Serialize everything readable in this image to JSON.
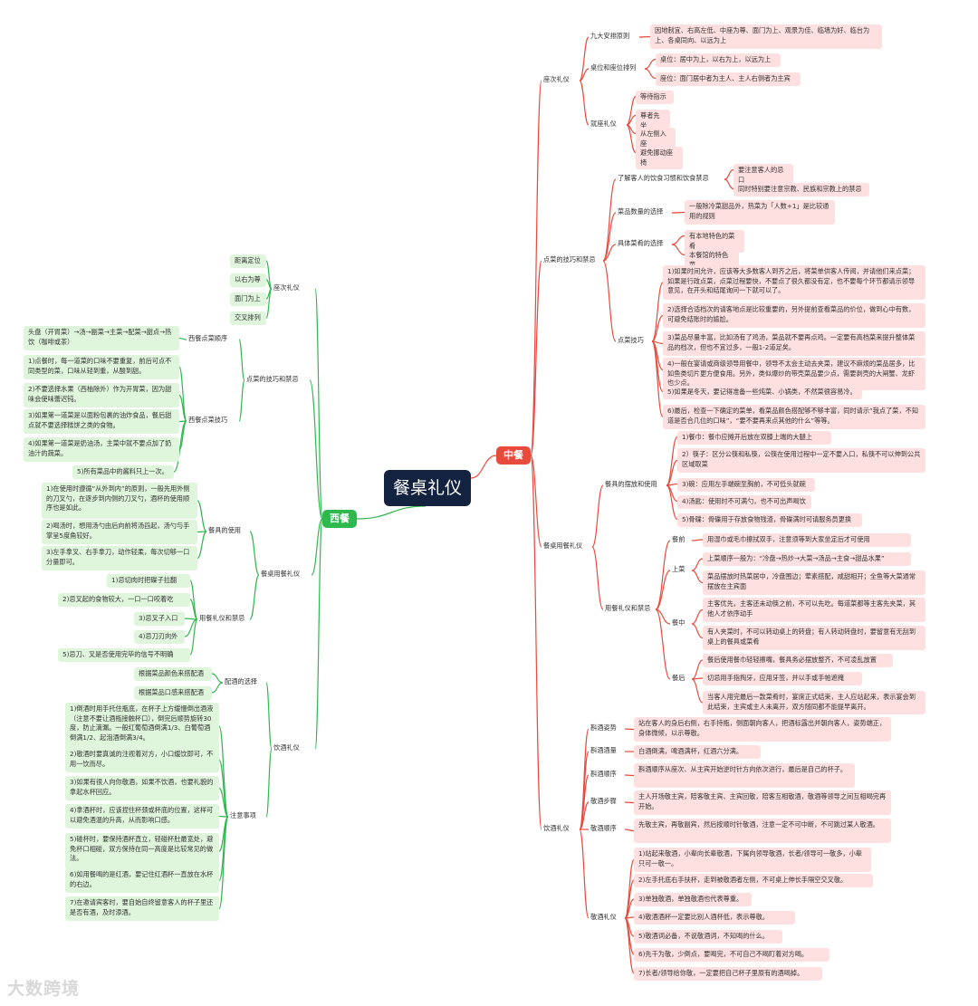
{
  "title": "餐桌礼仪",
  "watermark": "大数跨境",
  "colors": {
    "right": "#e84b3c",
    "left": "#2fb84d",
    "right_node": "#fde0df",
    "left_node": "#dff5dc",
    "root": "#13233f"
  },
  "right": {
    "label": "中餐",
    "branches": [
      {
        "label": "座次礼仪",
        "children": [
          {
            "label": "九大安排原则",
            "children": [
              {
                "label": "因地制宜、右高左低、中座为尊、面门为上、观景为佳、临墙为好、临台为上、各桌同向、以远为上"
              }
            ]
          },
          {
            "label": "桌位和座位排列",
            "children": [
              {
                "label": "桌位：居中为上，以右为上，以远为上"
              },
              {
                "label": "座位：面门居中者为主人、主人右侧者为主宾"
              }
            ]
          },
          {
            "label": "就座礼仪",
            "children": [
              {
                "label": "等待指示"
              },
              {
                "label": "尊者先坐"
              },
              {
                "label": "从左侧入座"
              },
              {
                "label": "避免挪动座椅"
              }
            ]
          }
        ]
      },
      {
        "label": "点菜的技巧和禁忌",
        "children": [
          {
            "label": "了解客人的饮食习惯和饮食禁忌",
            "children": [
              {
                "label": "要注意客人的忌口"
              },
              {
                "label": "同时特别要注意宗教、民族和宗教上的禁忌"
              }
            ]
          },
          {
            "label": "菜品数量的选择",
            "children": [
              {
                "label": "一般除冷菜甜品外，热菜为「人数+1」是比较通用的规则"
              }
            ]
          },
          {
            "label": "具体菜肴的选择",
            "children": [
              {
                "label": "有本地特色的菜肴"
              },
              {
                "label": "本餐馆的特色菜"
              }
            ]
          },
          {
            "label": "点菜技巧",
            "children": [
              {
                "label": "1)如果时间允许，应该等大多数客人到齐之后，将菜单供客人传阅，并请他们来点菜；如果是行政点菜，点菜过程要快，不要点了很久都没有定，也不要每个环节都请示领导意见，在开头和结尾询问一下就可以了。"
              },
              {
                "label": "2)选择合适档次的请客地点是比较重要的，另外提前查看菜品的价位，做到心中有数，可避免结账时的尴尬。"
              },
              {
                "label": "3)菜品尽量丰富，比如汤有了鸡汤，菜品就不要再点鸡。一定要有高档菜来提升整体菜品的档次，但也不宜过多，一般1-2道足矣。"
              },
              {
                "label": "4)一般在宴请或商级领导用餐中，领导不太会主动去夹菜，建议不麻烦的菜品居多，比如鱼类切片更方便食用。另外，类似爆炒的带壳菜品要少点，需要剥壳的大闸蟹、龙虾也少点。"
              },
              {
                "label": "5)如果是冬天，要记得准备一些炖菜、小锅类，不然菜很容易冷。"
              },
              {
                "label": "6)最后，检查一下确定的菜单，看菜品颜色搭配够不够丰富，同时请示“我点了菜，不知道是否合几位的口味”，“要不要再来点其他的什么”等等。"
              }
            ]
          }
        ]
      },
      {
        "label": "餐桌用餐礼仪",
        "children": [
          {
            "label": "餐具的摆放和使用",
            "children": [
              {
                "label": "1)餐巾：餐巾应摊开后放在双膝上端的大腿上"
              },
              {
                "label": "2）筷子：区分公筷和私筷，公筷在使用过程中一定不要入口，私筷不可以伸到公共区域取菜"
              },
              {
                "label": "3)碗：应用左手端碗至胸前，不可低头就碗"
              },
              {
                "label": "4)汤匙：使用时不可满勺，也不可出声喝饮"
              },
              {
                "label": "5)骨碟：骨碟用于存放食物残渣，骨碟满时可请服务员更换"
              }
            ]
          },
          {
            "label": "用餐礼仪和禁忌",
            "children": [
              {
                "label": "餐前",
                "children": [
                  {
                    "label": "用湿巾或毛巾擦拭双手，注意须等到大家坐定后才可使用"
                  }
                ]
              },
              {
                "label": "上菜",
                "children": [
                  {
                    "label": "上菜顺序一般为：“冷盘→热炒→大菜→汤品→主食→甜品水果”"
                  },
                  {
                    "label": "菜品摆放时热菜居中，冷盘围边；荤素搭配，咸甜相开；全鱼等大菜通常摆放在主宾面"
                  }
                ]
              },
              {
                "label": "餐中",
                "children": [
                  {
                    "label": "主客优先，主客还未动筷之前，不可以先吃。每道菜都等主客先夹菜，其他人才依序动手"
                  },
                  {
                    "label": "有人夹菜时，不可以转动桌上的转盘；有人转动转盘时，要留意有无刮到桌上的餐具或菜肴"
                  }
                ]
              },
              {
                "label": "餐后",
                "children": [
                  {
                    "label": "餐后使用餐巾轻轻擦嘴，餐具务必摆放整齐，不可凌乱放置"
                  },
                  {
                    "label": "切忌用手指掏牙，应用牙签，并以手或手帕遮掩"
                  },
                  {
                    "label": "当客人用完最后一款菜肴时，宴席正式结束，主人应站起来，表示宴会到此结束，主宾或主人未离开，双方随同都不能提早离开。"
                  }
                ]
              }
            ]
          }
        ]
      },
      {
        "label": "饮酒礼仪",
        "children": [
          {
            "label": "斟酒姿势",
            "children": [
              {
                "label": "站在客人的身后右侧，右手持瓶，侧面朝向客人，把酒标露出并朝向客人，姿势端正，身体微倾，以示尊敬。"
              }
            ]
          },
          {
            "label": "斟酒酒量",
            "children": [
              {
                "label": "白酒倒满，啤酒满杯，红酒六分满。"
              }
            ]
          },
          {
            "label": "斟酒顺序",
            "children": [
              {
                "label": "斟酒顺序从座次、从主宾开始逆时针方向依次进行，最后是自己的杯子。"
              }
            ]
          },
          {
            "label": "敬酒步骤",
            "children": [
              {
                "label": "主人开场敬主宾，陪客敬主宾、主宾回敬，陪客互相敬酒，敬酒等领导之间互相喝完再开始。"
              }
            ]
          },
          {
            "label": "敬酒顺序",
            "children": [
              {
                "label": "先敬主宾，再敬副宾，然后按顺时针敬酒，注意一定不可中断，不可跳过某人敬酒。"
              }
            ]
          },
          {
            "label": "敬酒礼仪",
            "children": [
              {
                "label": "1)站起来敬酒，小辈向长辈敬酒，下属向领导敬酒，长者/领导可一敬多，小辈只可一敬一。"
              },
              {
                "label": "2)左手托底右手扶杯，走到被敬酒者左侧，不可桌上伸长手隔空交叉敬。"
              },
              {
                "label": "3)单独敬酒，单独敬酒也代表尊重。"
              },
              {
                "label": "4)敬酒酒杯一定要比别人酒杯低，表示尊敬。"
              },
              {
                "label": "5)敬酒词必备，不说敬酒词，不知喝的什么。"
              },
              {
                "label": "6)先干为敬，少倒点，要喝完，不可自己不喝盯着对方喝。"
              },
              {
                "label": "7)长者/领导给你敬，一定要把自己杯子里原有的酒喝掉。"
              }
            ]
          }
        ]
      }
    ]
  },
  "left": {
    "label": "西餐",
    "branches": [
      {
        "label": "座次礼仪",
        "children": [
          {
            "label": "距离定位"
          },
          {
            "label": "以右为尊"
          },
          {
            "label": "面门为上"
          },
          {
            "label": "交叉排列"
          }
        ]
      },
      {
        "label": "点菜的技巧和禁忌",
        "children": [
          {
            "label": "西餐点菜顺序",
            "children": [
              {
                "label": "头盘（开胃菜）→汤→副菜→主菜→配菜→甜点→热饮（咖啡或茶）"
              }
            ]
          },
          {
            "label": "西餐点菜技巧",
            "children": [
              {
                "label": "1)点餐时，每一道菜的口味不要重复，前后可点不同类型的菜，口味从轻到重，从酸到甜。"
              },
              {
                "label": "2)不要选择水果（西柚除外）作为开胃菜，因为甜味会使味蕾迟钝。"
              },
              {
                "label": "3)如果第一道菜是以面粉包裹的油炸食品，餐后甜点就不要选择糕饼之类的食物。"
              },
              {
                "label": "4)如果第一道菜是奶油汤，主菜中就不要点加了奶油汁的蔬菜。"
              },
              {
                "label": "5)所有菜品中的酱料只上一次。"
              }
            ]
          }
        ]
      },
      {
        "label": "餐桌用餐礼仪",
        "children": [
          {
            "label": "餐具的使用",
            "children": [
              {
                "label": "1)在使用时遵循“从外到内”的原则，一般先用外侧的刀叉勺，在逐步到内侧的刀叉勺，酒杯的使用顺序也是如此。"
              },
              {
                "label": "2)喝汤时，想用汤勺由后向前将汤舀起，汤勺与手掌呈5度角较好。"
              },
              {
                "label": "3)左手拿叉、右手拿刀，动作轻柔，每次切够一口分量即可。"
              }
            ]
          },
          {
            "label": "用餐礼仪和禁忌",
            "children": [
              {
                "label": "1)忌切肉时把碟子拉翻"
              },
              {
                "label": "2)忌叉起的食物较大，一口一口咬着吃"
              },
              {
                "label": "3)忌叉子入口"
              },
              {
                "label": "4)忌刀刃向外"
              },
              {
                "label": "5)忌刀、叉是否使用完毕的信号不明确"
              }
            ]
          }
        ]
      },
      {
        "label": "饮酒礼仪",
        "children": [
          {
            "label": "配酒的选择",
            "children": [
              {
                "label": "根据菜品颜色来搭配酒"
              },
              {
                "label": "根据菜品口感来搭配酒"
              }
            ]
          },
          {
            "label": "注意事项",
            "children": [
              {
                "label": "1)倒酒时用手托住瓶底，在杯子上方缓慢倒出酒液（注意不要让酒瓶接触杯口），倒完后顺势旋转30度，防止滴漏。一般红葡萄酒倒满1/3、白葡萄酒倒满1/2、起泡酒倒满3/4。"
              },
              {
                "label": "2)敬酒时要真诚的注视着对方，小口缓饮即可，不用一饮而尽。"
              },
              {
                "label": "3)如果有很人向你敬酒，如果不饮酒，也要礼貌的拿起水杯回应。"
              },
              {
                "label": "4)拿酒杯时，应该捏住杯颈或杯底的位置，这样可以避免酒温的升高，从而影响口感。"
              },
              {
                "label": "5)碰杯时，要保持酒杯直立，轻碰杯肚最宽处，避免杯口相碰，双方保持在同一高度是比较常见的做法。"
              },
              {
                "label": "6)如用餐喝的是红酒，要记住红酒杯一直放在水杯的右边。"
              },
              {
                "label": "7)在邀请宾客时，要自始自终留意客人的杯子里还是否有酒，及时添酒。"
              }
            ]
          }
        ]
      }
    ]
  }
}
